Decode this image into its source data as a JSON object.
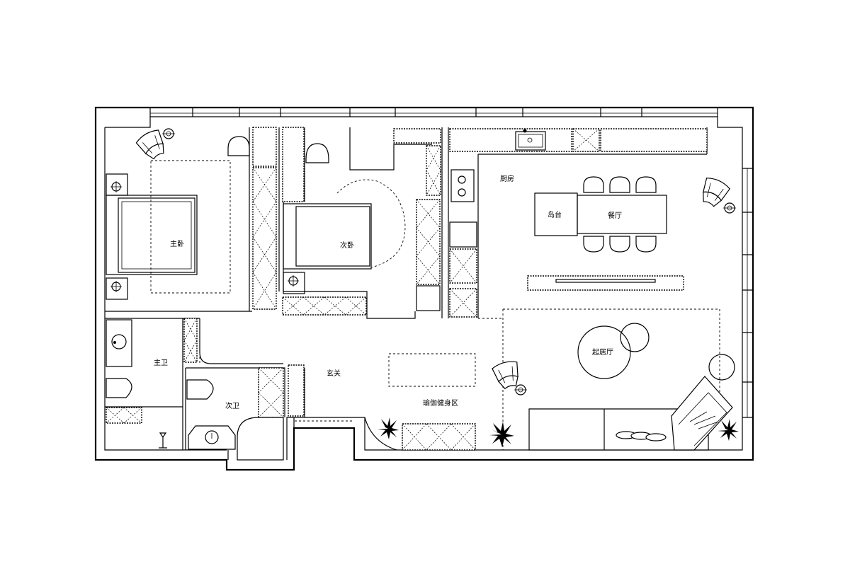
{
  "rooms": {
    "master_bedroom": "主卧",
    "second_bedroom": "次卧",
    "kitchen": "厨房",
    "island": "岛台",
    "dining": "餐厅",
    "living_room": "起居厅",
    "master_bath": "主卫",
    "second_bath": "次卫",
    "entrance": "玄关",
    "yoga_area": "瑜伽健身区"
  }
}
